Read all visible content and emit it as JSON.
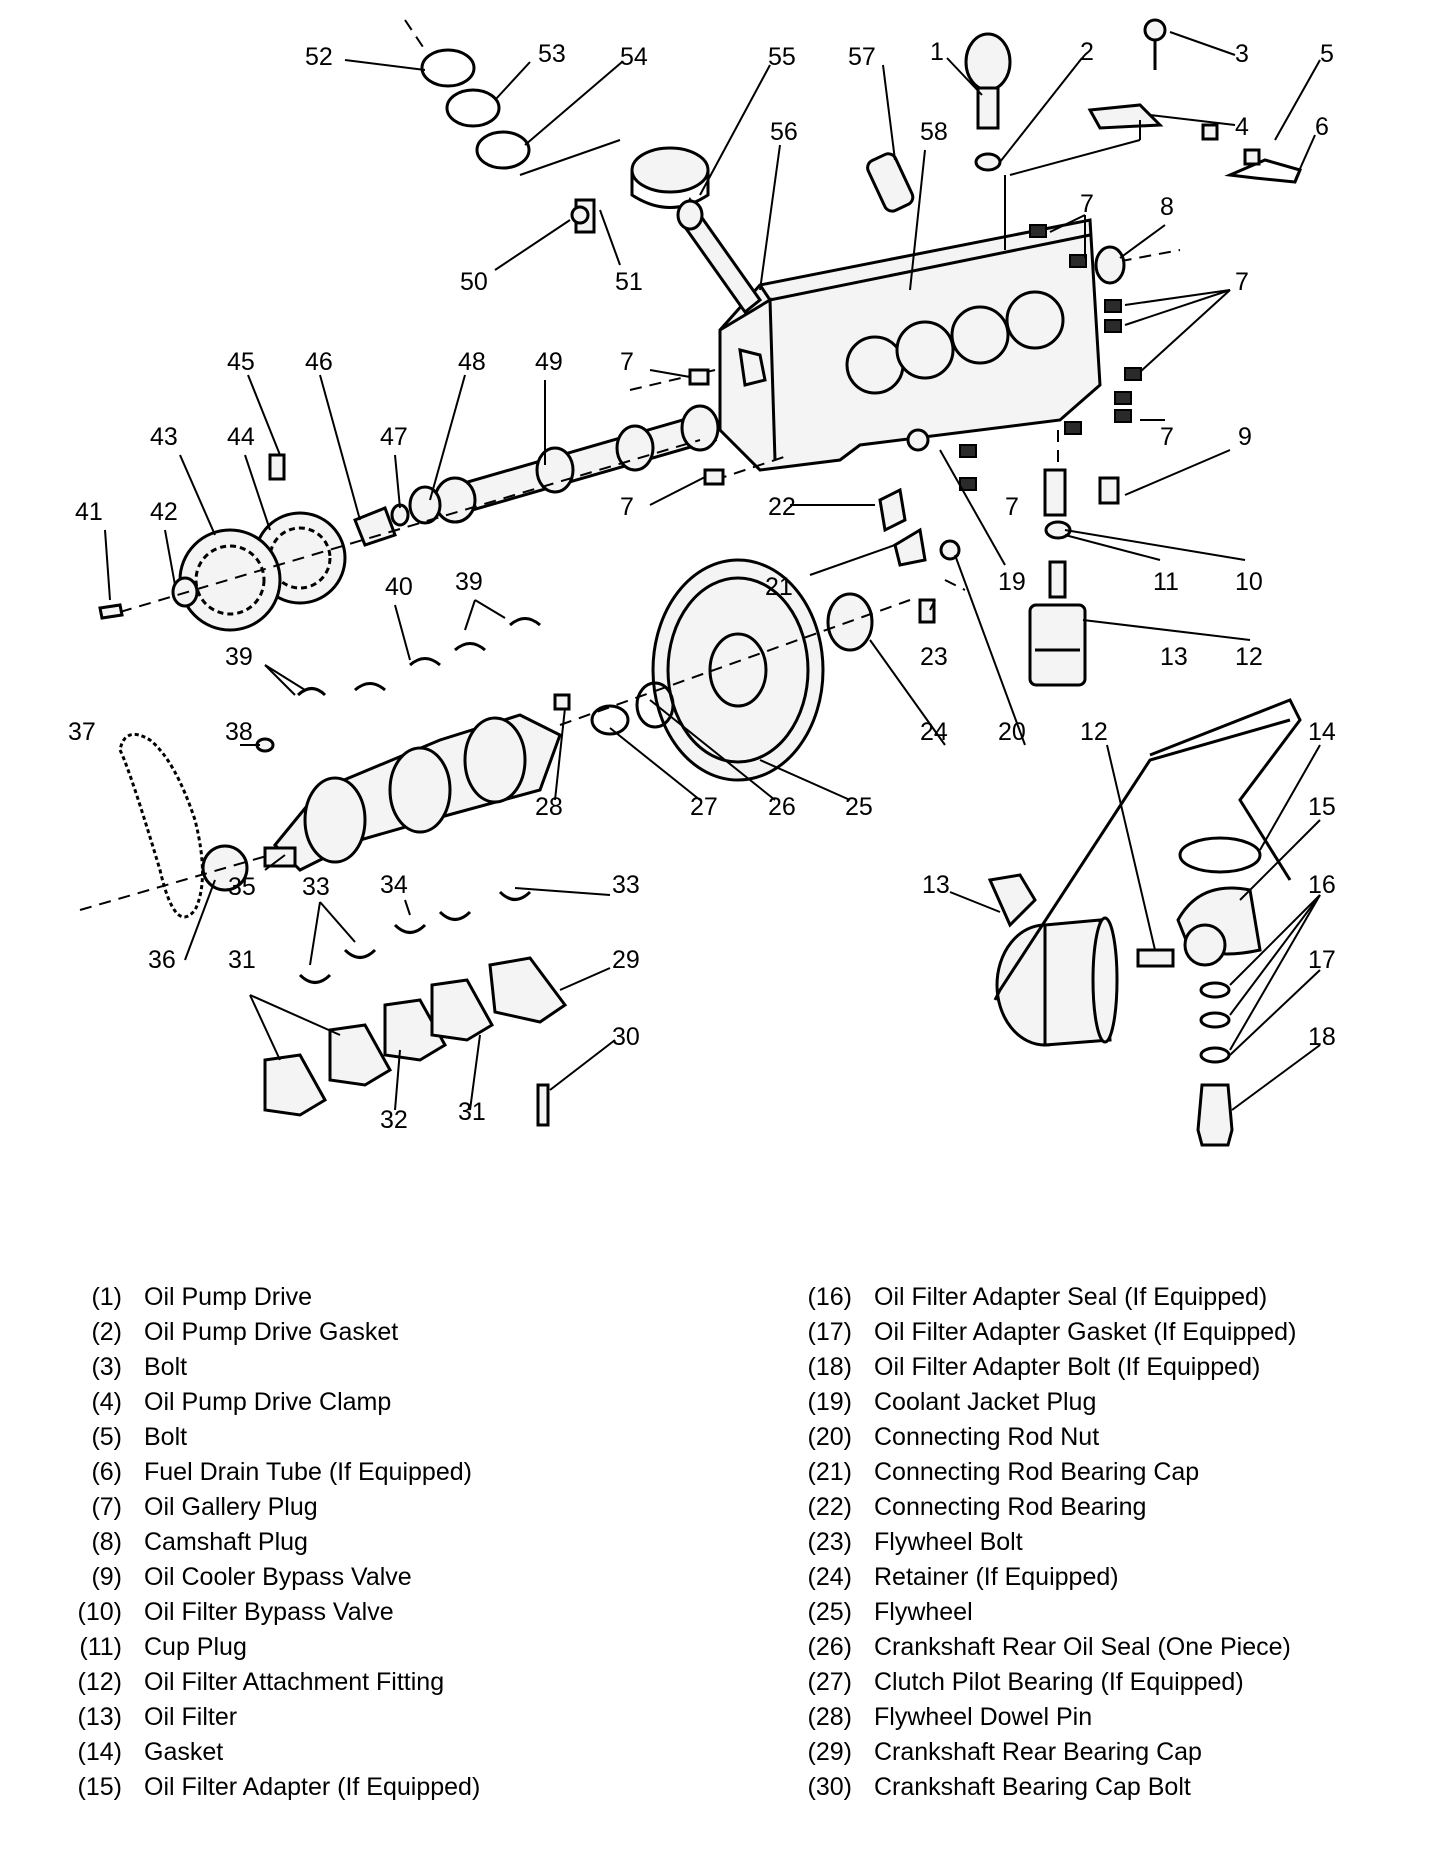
{
  "callouts": [
    {
      "n": "52"
    },
    {
      "n": "53"
    },
    {
      "n": "54"
    },
    {
      "n": "55"
    },
    {
      "n": "57"
    },
    {
      "n": "1"
    },
    {
      "n": "2"
    },
    {
      "n": "3"
    },
    {
      "n": "5"
    },
    {
      "n": "56"
    },
    {
      "n": "58"
    },
    {
      "n": "4"
    },
    {
      "n": "6"
    },
    {
      "n": "50"
    },
    {
      "n": "51"
    },
    {
      "n": "7"
    },
    {
      "n": "8"
    },
    {
      "n": "7"
    },
    {
      "n": "45"
    },
    {
      "n": "46"
    },
    {
      "n": "48"
    },
    {
      "n": "49"
    },
    {
      "n": "7"
    },
    {
      "n": "43"
    },
    {
      "n": "44"
    },
    {
      "n": "47"
    },
    {
      "n": "7"
    },
    {
      "n": "9"
    },
    {
      "n": "41"
    },
    {
      "n": "42"
    },
    {
      "n": "7"
    },
    {
      "n": "22"
    },
    {
      "n": "7"
    },
    {
      "n": "10"
    },
    {
      "n": "11"
    },
    {
      "n": "19"
    },
    {
      "n": "21"
    },
    {
      "n": "40"
    },
    {
      "n": "39"
    },
    {
      "n": "23"
    },
    {
      "n": "39"
    },
    {
      "n": "12"
    },
    {
      "n": "13"
    },
    {
      "n": "37"
    },
    {
      "n": "38"
    },
    {
      "n": "24"
    },
    {
      "n": "20"
    },
    {
      "n": "12"
    },
    {
      "n": "14"
    },
    {
      "n": "28"
    },
    {
      "n": "27"
    },
    {
      "n": "26"
    },
    {
      "n": "25"
    },
    {
      "n": "15"
    },
    {
      "n": "35"
    },
    {
      "n": "33"
    },
    {
      "n": "34"
    },
    {
      "n": "33"
    },
    {
      "n": "13"
    },
    {
      "n": "16"
    },
    {
      "n": "36"
    },
    {
      "n": "31"
    },
    {
      "n": "29"
    },
    {
      "n": "17"
    },
    {
      "n": "30"
    },
    {
      "n": "18"
    },
    {
      "n": "32"
    },
    {
      "n": "31"
    }
  ],
  "legend_left": [
    {
      "num": "(1)",
      "text": "Oil Pump Drive"
    },
    {
      "num": "(2)",
      "text": "Oil Pump Drive Gasket"
    },
    {
      "num": "(3)",
      "text": "Bolt"
    },
    {
      "num": "(4)",
      "text": "Oil Pump Drive Clamp"
    },
    {
      "num": "(5)",
      "text": "Bolt"
    },
    {
      "num": "(6)",
      "text": "Fuel Drain Tube (If Equipped)"
    },
    {
      "num": "(7)",
      "text": "Oil Gallery Plug"
    },
    {
      "num": "(8)",
      "text": "Camshaft Plug"
    },
    {
      "num": "(9)",
      "text": "Oil Cooler Bypass Valve"
    },
    {
      "num": "(10)",
      "text": "Oil Filter Bypass Valve"
    },
    {
      "num": "(11)",
      "text": "Cup Plug"
    },
    {
      "num": "(12)",
      "text": "Oil Filter Attachment Fitting"
    },
    {
      "num": "(13)",
      "text": "Oil Filter"
    },
    {
      "num": "(14)",
      "text": "Gasket"
    },
    {
      "num": "(15)",
      "text": "Oil Filter Adapter (If Equipped)"
    }
  ],
  "legend_right": [
    {
      "num": "(16)",
      "text": "Oil Filter Adapter Seal (If Equipped)"
    },
    {
      "num": "(17)",
      "text": "Oil Filter Adapter Gasket (If Equipped)"
    },
    {
      "num": "(18)",
      "text": "Oil Filter Adapter Bolt (If Equipped)"
    },
    {
      "num": "(19)",
      "text": "Coolant Jacket Plug"
    },
    {
      "num": "(20)",
      "text": "Connecting Rod Nut"
    },
    {
      "num": "(21)",
      "text": "Connecting Rod Bearing Cap"
    },
    {
      "num": "(22)",
      "text": "Connecting Rod Bearing"
    },
    {
      "num": "(23)",
      "text": "Flywheel Bolt"
    },
    {
      "num": "(24)",
      "text": "Retainer (If Equipped)"
    },
    {
      "num": "(25)",
      "text": "Flywheel"
    },
    {
      "num": "(26)",
      "text": "Crankshaft Rear Oil Seal (One Piece)"
    },
    {
      "num": "(27)",
      "text": "Clutch Pilot Bearing (If Equipped)"
    },
    {
      "num": "(28)",
      "text": "Flywheel Dowel Pin"
    },
    {
      "num": "(29)",
      "text": "Crankshaft Rear Bearing Cap"
    },
    {
      "num": "(30)",
      "text": "Crankshaft Bearing Cap Bolt"
    }
  ]
}
